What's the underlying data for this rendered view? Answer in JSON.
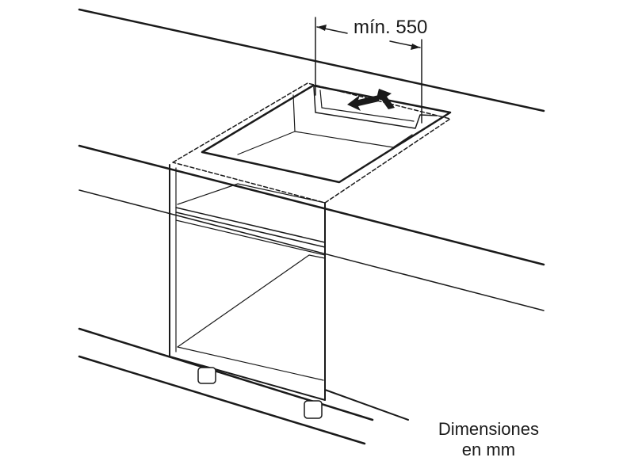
{
  "dimension": {
    "label": "mín. 550"
  },
  "caption": {
    "line1": "Dimensiones",
    "line2": "en mm"
  },
  "icons": {
    "airflow_arrows": "airflow-arrows-icon"
  },
  "colors": {
    "stroke": "#1a1a1a",
    "background": "#ffffff"
  }
}
